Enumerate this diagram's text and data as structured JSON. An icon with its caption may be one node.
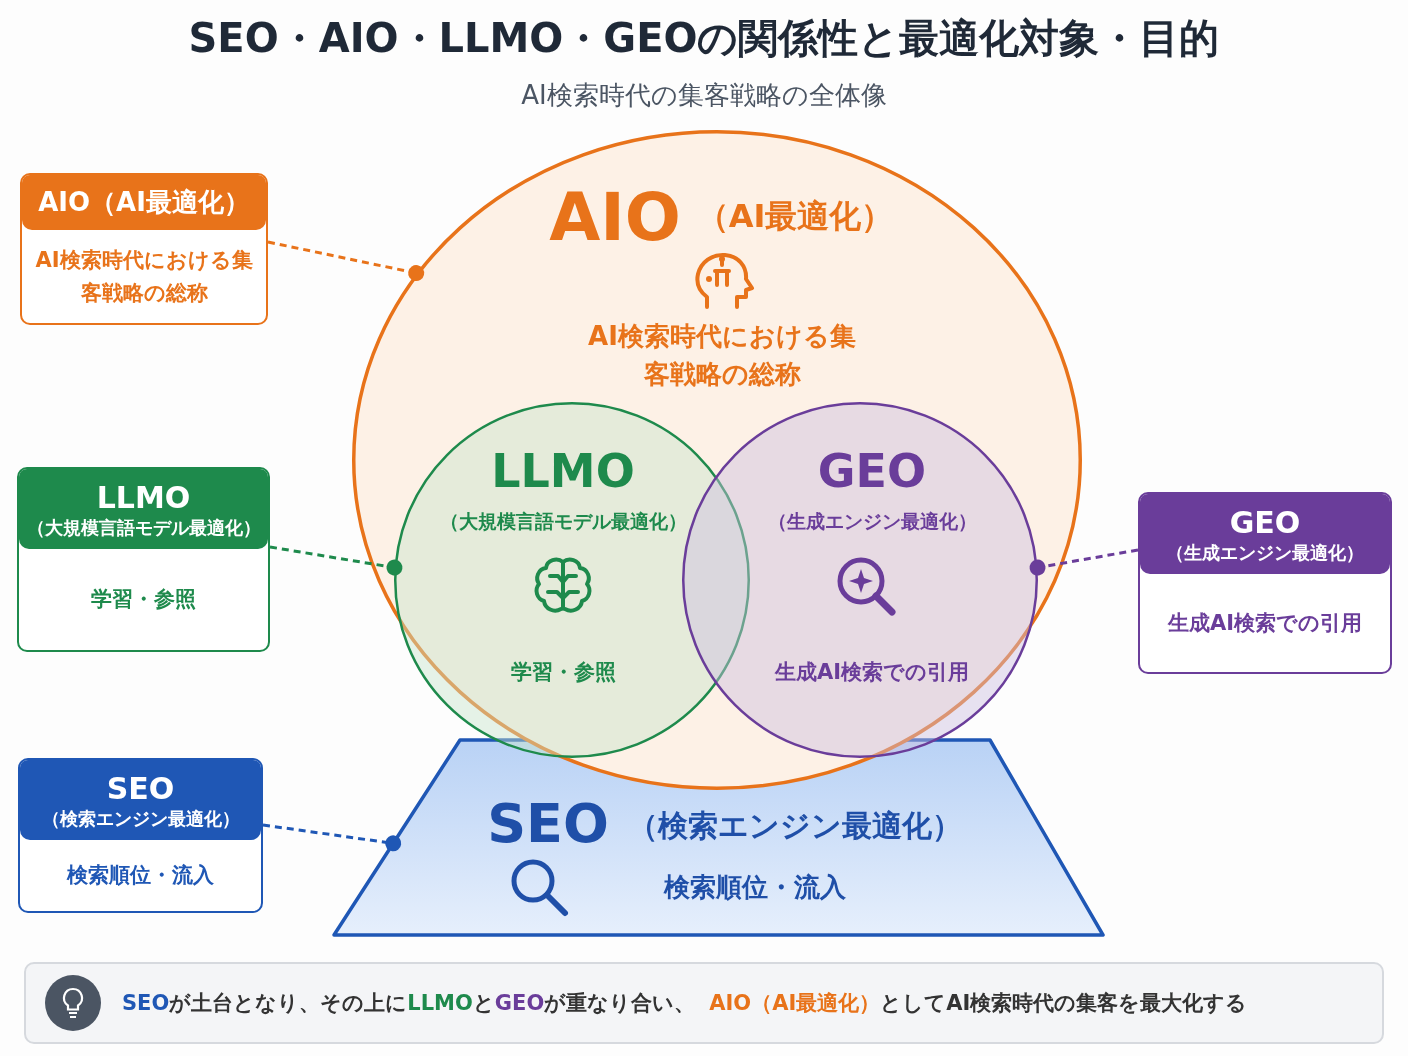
{
  "diagram": {
    "title": "SEO・AIO・LLMO・GEOの関係性と最適化対象・目的",
    "nodes": [
      {
        "text": [
          "AIO（AI最適化）",
          "AI検索時代における集客戦略の総称"
        ]
      },
      {
        "text": [
          "LLMO",
          "（大規模言語モデル最適化）",
          "学習・参照"
        ]
      },
      {
        "text": [
          "GEO",
          "（生成エンジン最適化）",
          "生成AI検索での引用"
        ]
      },
      {
        "text": [
          "SEO",
          "（検索エンジン最適化）",
          "検索順位・流入"
        ]
      },
      {
        "text": [
          "AIO",
          "（AI最適化）",
          "AI検索時代における集客戦略の総称"
        ]
      },
      {
        "text": [
          "LLMO",
          "（大規模言語モデル最適化）",
          "学習・参照"
        ],
        "in": 4
      },
      {
        "text": [
          "GEO",
          "（生成エンジン最適化）",
          "生成AI検索での引用"
        ],
        "in": 4
      },
      {
        "text": [
          "SEO",
          "（検索エンジン最適化）",
          "検索順位・流入"
        ]
      },
      {
        "text": [
          "SEO",
          "が土台となり、その上に",
          "LLMO",
          "と",
          "GEO",
          "が重なり合い、",
          "AIO（AI最適化）",
          "としてAI検索時代の集客を最大化する"
        ]
      }
    ],
    "edges": [
      {
        "from": 0,
        "to": 4,
        "arrow": "other",
        "style": "dashed",
        "color": "#e8731a"
      },
      {
        "from": 1,
        "to": 5,
        "arrow": "other",
        "style": "dashed",
        "color": "#1e8a4c"
      },
      {
        "from": 2,
        "to": 6,
        "arrow": "other",
        "style": "dashed",
        "color": "#6a3d9a"
      },
      {
        "from": 3,
        "to": 7,
        "arrow": "other",
        "style": "dashed",
        "color": "#1f57b5"
      }
    ],
    "labels": [
      "AI検索時代の集客戦略の全体像"
    ]
  }
}
